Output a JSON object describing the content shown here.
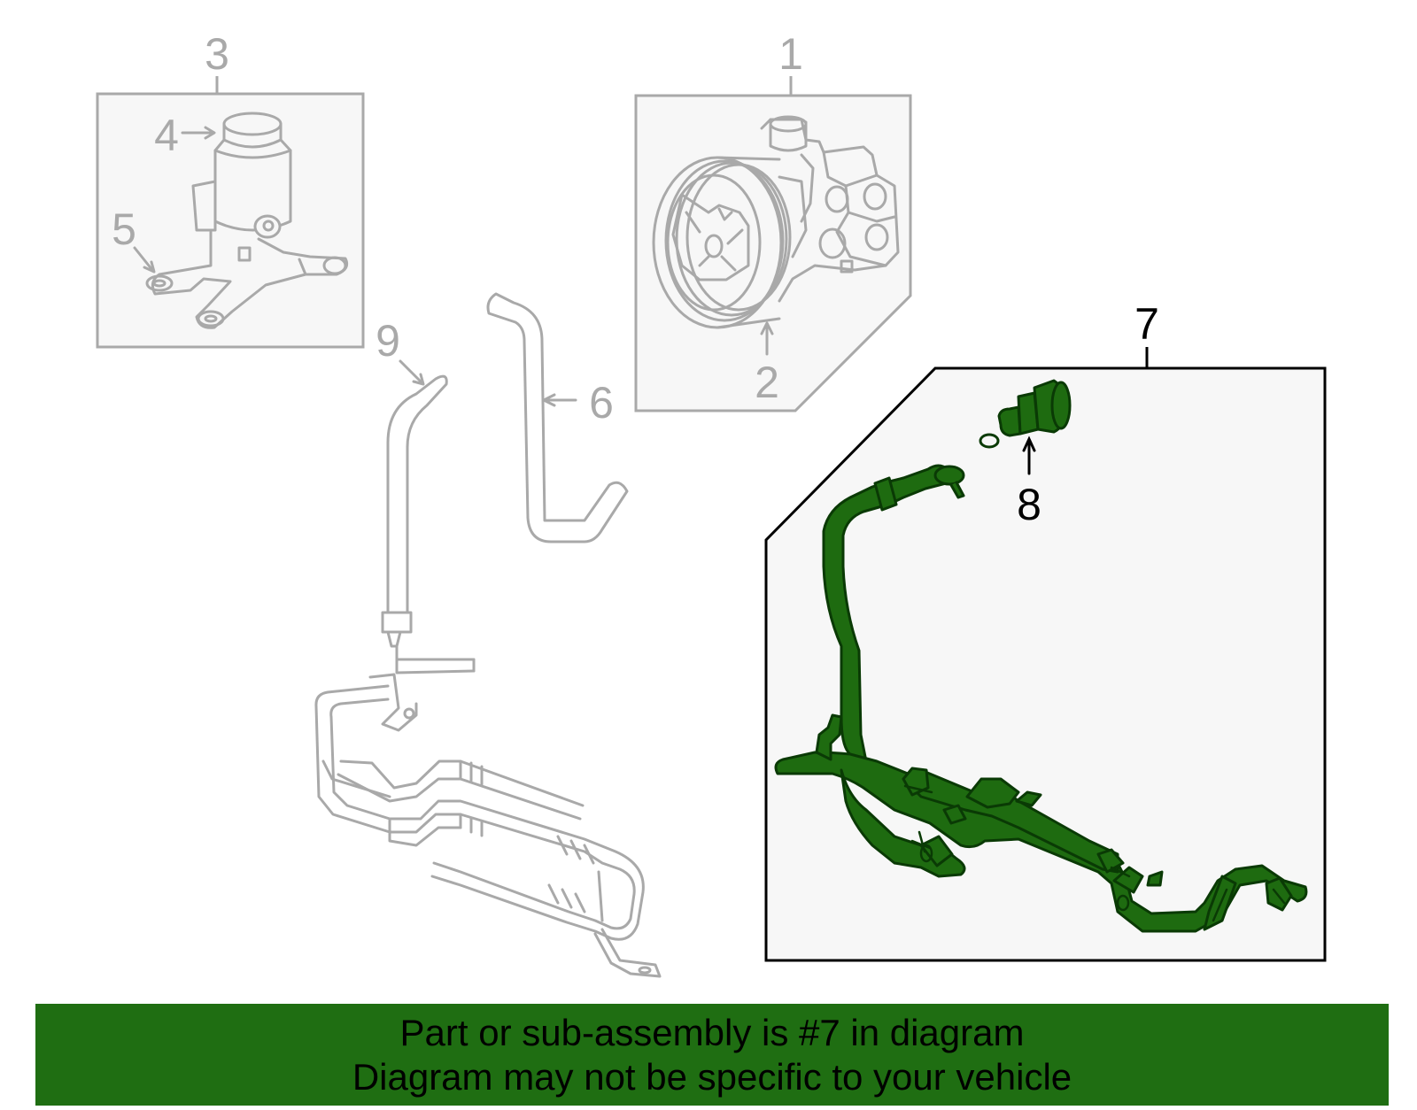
{
  "colors": {
    "grey_line": "#a9a9a9",
    "box_fill": "#f7f7f7",
    "highlight_fill": "#1e6b10",
    "highlight_stroke": "#0a3a05",
    "banner_bg": "#1f6e12",
    "box_stroke_active": "#000000"
  },
  "callouts": {
    "c1": "1",
    "c2": "2",
    "c3": "3",
    "c4": "4",
    "c5": "5",
    "c6": "6",
    "c7": "7",
    "c8": "8",
    "c9": "9"
  },
  "banner": {
    "line1": "Part or sub-assembly is #7 in diagram",
    "line2": "Diagram may not be specific to your vehicle"
  }
}
